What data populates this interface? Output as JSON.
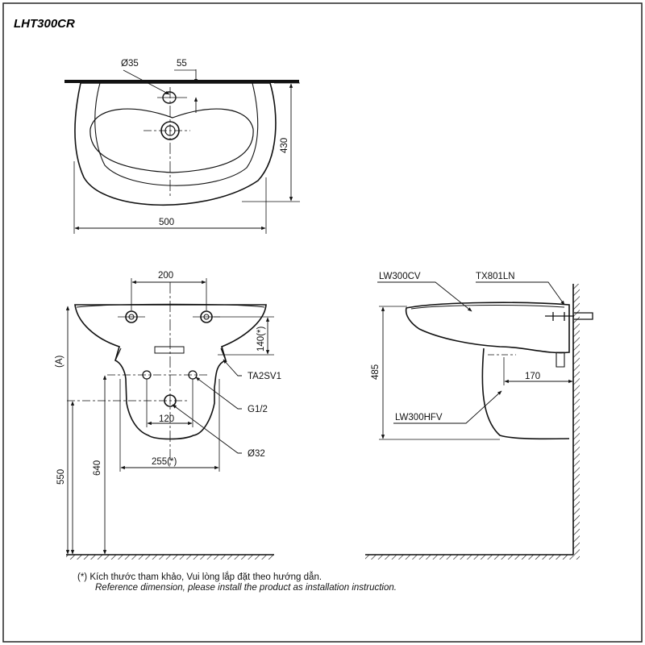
{
  "title": "LHT300CR",
  "top_view": {
    "dims": {
      "hole_diameter": "Ø35",
      "offset": "55",
      "depth": "430",
      "width": "500"
    }
  },
  "front_view": {
    "dims": {
      "faucet_spacing": "200",
      "ref_height": "140(*)",
      "adjustable": "(A)",
      "supply": "TA2SV1",
      "thread": "G1/2",
      "supply_spacing": "120",
      "drain": "Ø32",
      "pedestal_width": "255(*)",
      "height_550": "550",
      "height_640": "640"
    }
  },
  "side_view": {
    "labels": {
      "basin": "LW300CV",
      "faucet": "TX801LN",
      "pedestal": "LW300HFV"
    },
    "dims": {
      "rim_height": "485",
      "wall_offset": "170"
    }
  },
  "footnote": {
    "vi": "(*) Kích thước tham khảo, Vui lòng lắp đặt theo hướng dẫn.",
    "en": "Reference dimension, please install the product as installation instruction."
  }
}
